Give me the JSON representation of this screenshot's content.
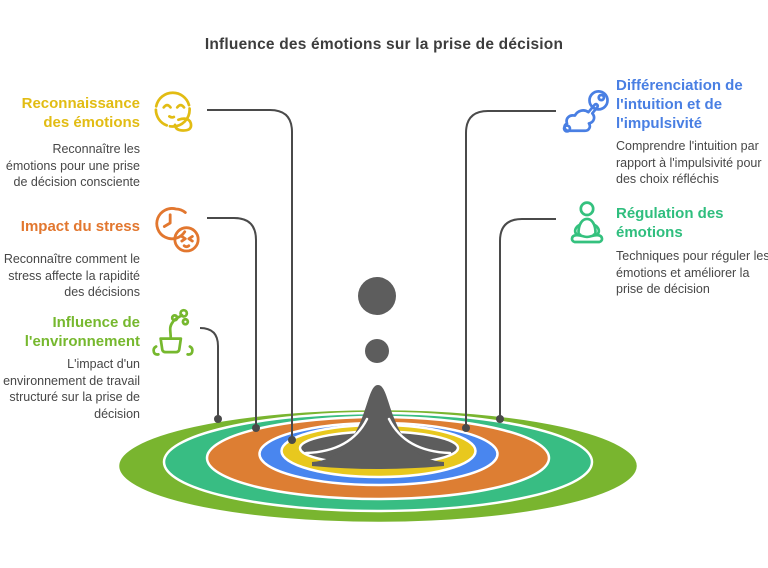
{
  "title": "Influence des émotions sur la prise de décision",
  "items_left": [
    {
      "heading": "Reconnaissance des émotions",
      "body": "Reconnaître les émotions pour une prise de décision consciente",
      "icon": "thinking-face-icon",
      "color": "#e2bc13"
    },
    {
      "heading": "Impact du stress",
      "body": "Reconnaître comment le stress affecte la rapidité des décisions",
      "icon": "stress-clock-icon",
      "color": "#e2772f"
    },
    {
      "heading": "Influence de l'environnement",
      "body": "L'impact d'un environnement de travail structuré sur la prise de décision",
      "icon": "plant-pot-icon",
      "color": "#76b82e"
    }
  ],
  "items_right": [
    {
      "heading": "Différenciation de l'intuition et de l'impulsivité",
      "body": "Comprendre l'intuition par rapport à l'impulsivité pour des choix réfléchis",
      "icon": "rabbit-clock-icon",
      "color": "#497fe3"
    },
    {
      "heading": "Régulation des émotions",
      "body": "Techniques pour réguler les émotions et améliorer la prise de décision",
      "icon": "meditation-icon",
      "color": "#2fbe7e"
    }
  ],
  "illustration": {
    "type": "water-splash-ripple",
    "ripple_ring_colors": [
      "#79b52f",
      "#38bd83",
      "#dd7e33",
      "#4986ef",
      "#e8c81e",
      "#5d5d5d"
    ],
    "splash_color": "#5d5d5d",
    "connector_color": "#4a4a4a",
    "title_color": "#3d3d3d",
    "body_text_color": "#474747"
  }
}
